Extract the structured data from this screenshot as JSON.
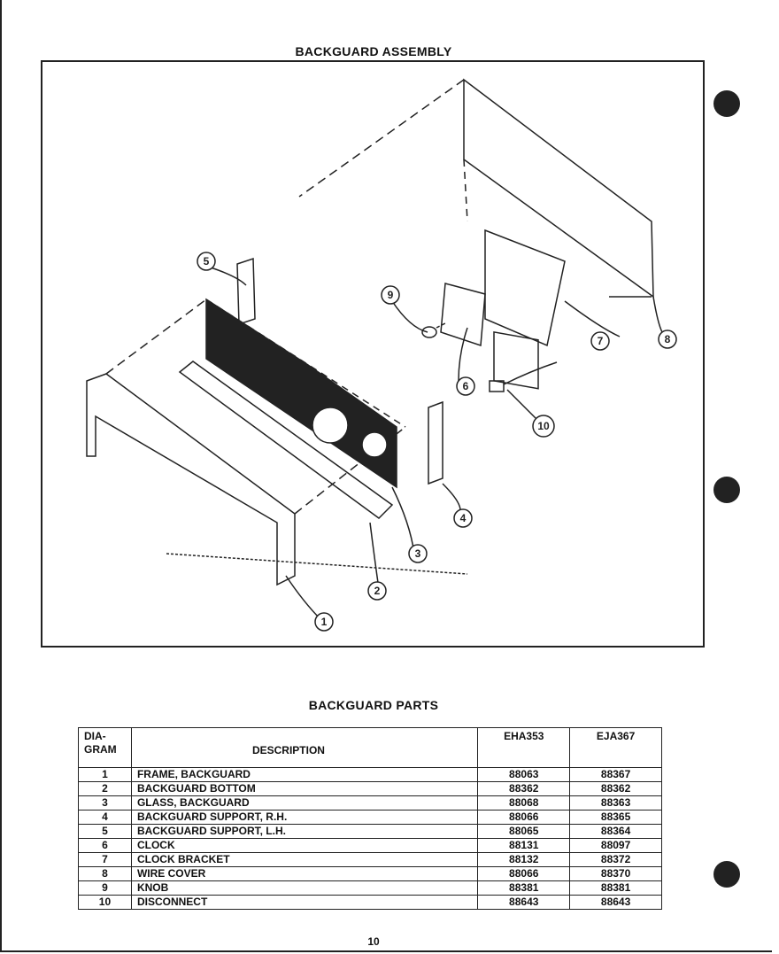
{
  "document": {
    "diagram_title": "BACKGUARD ASSEMBLY",
    "parts_title": "BACKGUARD PARTS",
    "page_number": "10"
  },
  "diagram": {
    "callouts": [
      "1",
      "2",
      "3",
      "4",
      "5",
      "6",
      "7",
      "8",
      "9",
      "10"
    ]
  },
  "parts_table": {
    "headers": {
      "diagram": "DIA-",
      "diagram_2": "GRAM",
      "description": "DESCRIPTION",
      "model_1": "EHA353",
      "model_2": "EJA367"
    },
    "rows": [
      {
        "num": "1",
        "desc": "FRAME, BACKGUARD",
        "m1": "88063",
        "m2": "88367"
      },
      {
        "num": "2",
        "desc": "BACKGUARD BOTTOM",
        "m1": "88362",
        "m2": "88362"
      },
      {
        "num": "3",
        "desc": "GLASS, BACKGUARD",
        "m1": "88068",
        "m2": "88363"
      },
      {
        "num": "4",
        "desc": "BACKGUARD SUPPORT, R.H.",
        "m1": "88066",
        "m2": "88365"
      },
      {
        "num": "5",
        "desc": "BACKGUARD SUPPORT, L.H.",
        "m1": "88065",
        "m2": "88364"
      },
      {
        "num": "6",
        "desc": "CLOCK",
        "m1": "88131",
        "m2": "88097"
      },
      {
        "num": "7",
        "desc": "CLOCK BRACKET",
        "m1": "88132",
        "m2": "88372"
      },
      {
        "num": "8",
        "desc": "WIRE COVER",
        "m1": "88066",
        "m2": "88370"
      },
      {
        "num": "9",
        "desc": "KNOB",
        "m1": "88381",
        "m2": "88381"
      },
      {
        "num": "10",
        "desc": "DISCONNECT",
        "m1": "88643",
        "m2": "88643"
      }
    ]
  }
}
